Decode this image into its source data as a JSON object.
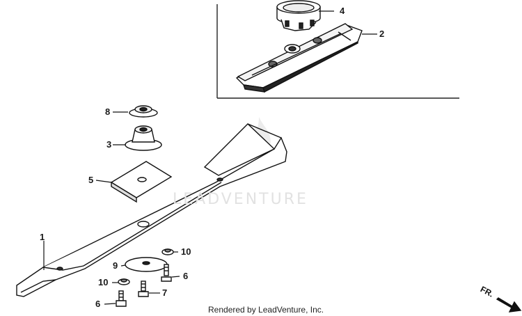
{
  "diagram": {
    "callouts": {
      "p1": "1",
      "p2": "2",
      "p3": "3",
      "p4": "4",
      "p5": "5",
      "p6a": "6",
      "p6b": "6",
      "p7": "7",
      "p8": "8",
      "p9": "9",
      "p10a": "10",
      "p10b": "10"
    },
    "watermark": "LEADVENTURE",
    "direction_label": "FR.",
    "footer": "Rendered by LeadVenture, Inc."
  }
}
